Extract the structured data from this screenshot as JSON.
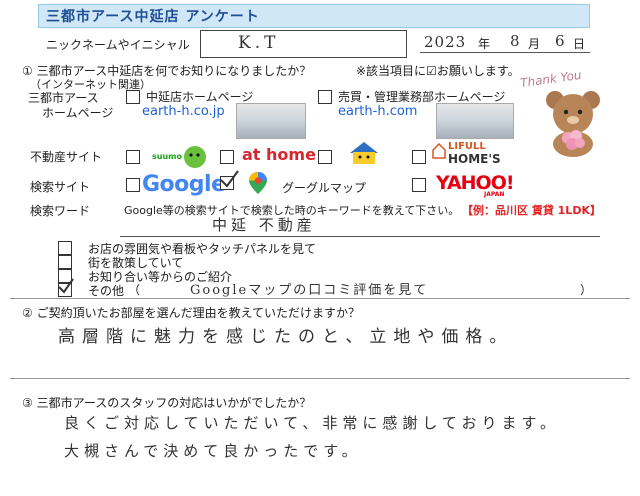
{
  "header": {
    "title": "三都市アース中延店 アンケート",
    "nickname_label": "ニックネームやイニシャル",
    "nickname_value": "K.T",
    "date_year": "2023",
    "date_year_label": "年",
    "date_month": "8",
    "date_month_label": "月",
    "date_day": "6",
    "date_day_label": "日"
  },
  "q1": {
    "question": "① 三都市アース中延店を何でお知りになりましたか？",
    "note": "※該当項目に☑お願いします。",
    "sub": "（インターネット関連）",
    "row_home": {
      "label_line1": "三都市アース",
      "label_line2": "ホームページ",
      "opt1": "中延店ホームページ",
      "opt1_url": "earth-h.co.jp",
      "opt2": "売買・管理業務部ホームページ",
      "opt2_url": "earth-h.com"
    },
    "row_estate": {
      "label": "不動産サイト",
      "suumo": "suumo",
      "athome": "at home",
      "lifull_top": "LIFULL",
      "lifull_bottom": "HOME'S"
    },
    "row_search": {
      "label": "検索サイト",
      "google": "Google",
      "maps": "グーグルマップ",
      "yahoo": "YAHOO!",
      "yahoo_sub": "JAPAN"
    },
    "row_keyword": {
      "label": "検索ワード",
      "desc": "Google等の検索サイトで検索した時のキーワードを教えて下さい。",
      "example": "【例：品川区 賃貸 1LDK】",
      "value": "中延 不動産"
    },
    "others": [
      {
        "label": "お店の雰囲気や看板やタッチパネルを見て",
        "checked": false
      },
      {
        "label": "街を散策していて",
        "checked": false
      },
      {
        "label": "お知り合い等からのご紹介",
        "checked": false
      },
      {
        "label": "その他",
        "checked": true
      }
    ],
    "other_paren_open": "（",
    "other_value": "Googleマップの口コミ評価を見て",
    "other_paren_close": "）"
  },
  "q2": {
    "question": "② ご契約頂いたお部屋を選んだ理由を教えていただけますか？",
    "answer": "高層階に魅力を感じたのと、立地や価格。"
  },
  "q3": {
    "question": "③ 三都市アースのスタッフの対応はいかがでしたか？",
    "answer_line1": "良くご対応していただいて、非常に感謝しております。",
    "answer_line2": "大槻さんで決めて良かったです。"
  },
  "decoration": {
    "thank_you": "Thank You"
  },
  "colors": {
    "title_band": "#cfe7f6",
    "title_text": "#1f4e95",
    "url_blue": "#1f63d2",
    "example_red": "#e32222",
    "yahoo_red": "#e60012",
    "athome_red": "#d8262d"
  }
}
